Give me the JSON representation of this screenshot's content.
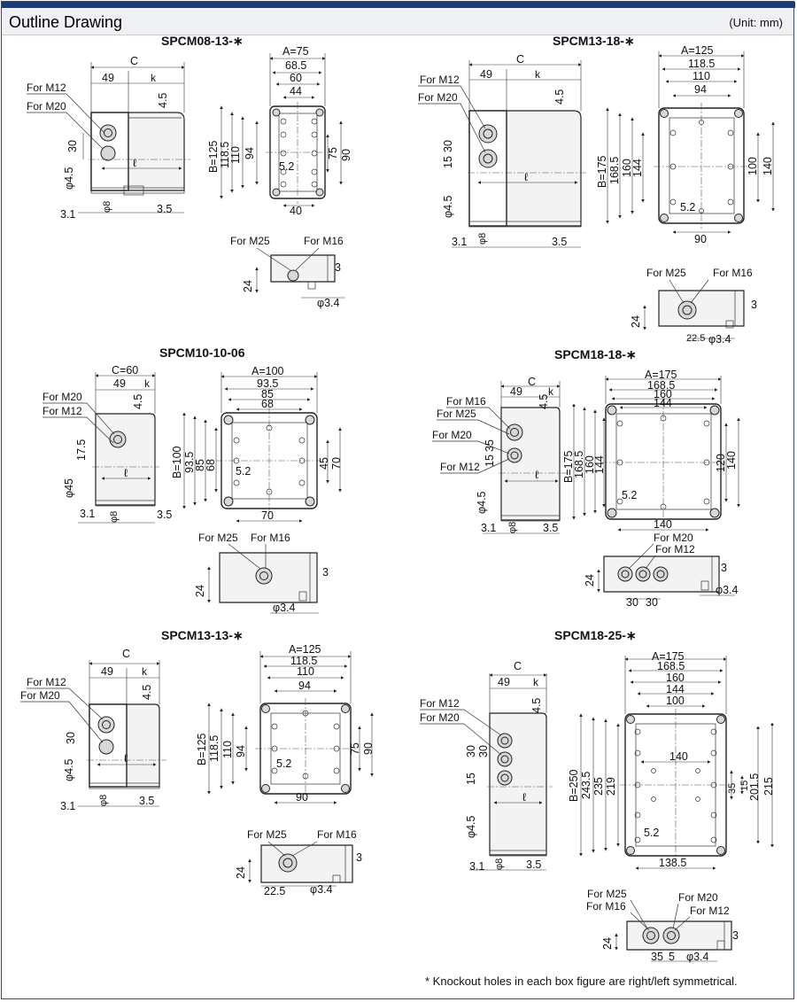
{
  "header": {
    "title": "Outline Drawing",
    "unit": "(Unit: mm)"
  },
  "models": [
    {
      "id": "m1",
      "name": "SPCM08-13-∗"
    },
    {
      "id": "m2",
      "name": "SPCM13-18-∗"
    },
    {
      "id": "m3",
      "name": "SPCM10-10-06"
    },
    {
      "id": "m4",
      "name": "SPCM18-18-∗"
    },
    {
      "id": "m5",
      "name": "SPCM13-13-∗"
    },
    {
      "id": "m6",
      "name": "SPCM18-25-∗"
    }
  ],
  "labels": {
    "c": "C",
    "c60": "C=60",
    "k": "k",
    "l": "ℓ",
    "m12": "For M12",
    "m16": "For M16",
    "m20": "For M20",
    "m25": "For M25",
    "d45": "φ4.5",
    "d8": "φ8",
    "d34": "φ3.4",
    "d45b": "φ45"
  },
  "dims": {
    "m1": {
      "a": "A=75",
      "b": "B=125",
      "w1": "68.5",
      "w2": "60",
      "w3": "44",
      "w4": "40",
      "h1": "118.5",
      "h2": "110",
      "h3": "94",
      "h4": "75",
      "h5": "90",
      "hole": "5.2",
      "s49": "49",
      "s45": "4.5",
      "s30": "30",
      "s31": "3.1",
      "s35": "3.5",
      "s24": "24",
      "s3": "3"
    },
    "m2": {
      "a": "A=125",
      "b": "B=175",
      "w1": "118.5",
      "w2": "110",
      "w3": "94",
      "w4": "90",
      "h1": "168.5",
      "h2": "160",
      "h3": "144",
      "h4": "100",
      "h5": "140",
      "hole": "5.2",
      "s49": "49",
      "s45": "4.5",
      "s30": "30",
      "s15": "15",
      "s31": "3.1",
      "s35": "3.5",
      "s24": "24",
      "s225": "22.5",
      "s3": "3"
    },
    "m3": {
      "a": "A=100",
      "b": "B=100",
      "w1": "93.5",
      "w2": "85",
      "w3": "68",
      "w4": "70",
      "h1": "93.5",
      "h2": "85",
      "h3": "68",
      "h4": "45",
      "h5": "70",
      "hole": "5.2",
      "s49": "49",
      "s45": "4.5",
      "s175": "17.5",
      "s31": "3.1",
      "s35": "3.5",
      "s24": "24",
      "s3": "3"
    },
    "m4": {
      "a": "A=175",
      "b": "B=175",
      "w1": "168.5",
      "w2": "160",
      "w3": "144",
      "w4": "140",
      "h1": "168.5",
      "h2": "160",
      "h3": "144",
      "h4": "120",
      "h5": "140",
      "hole": "5.2",
      "s49": "49",
      "s45": "4.5",
      "s35": "35",
      "s15": "15",
      "s31": "3.1",
      "s35b": "3.5",
      "s24": "24",
      "s30": "30",
      "s3": "3"
    },
    "m5": {
      "a": "A=125",
      "b": "B=125",
      "w1": "118.5",
      "w2": "110",
      "w3": "94",
      "w4": "90",
      "h1": "118.5",
      "h2": "110",
      "h3": "94",
      "h4": "75",
      "h5": "90",
      "hole": "5.2",
      "s49": "49",
      "s45": "4.5",
      "s30": "30",
      "s31": "3.1",
      "s35": "3.5",
      "s24": "24",
      "s225": "22.5",
      "s3": "3"
    },
    "m6": {
      "a": "A=175",
      "b": "B=250",
      "w1": "168.5",
      "w2": "160",
      "w3": "144",
      "w4": "100",
      "w5": "140",
      "w6": "138.5",
      "h1": "243.5",
      "h2": "235",
      "h3": "219",
      "h4": "35",
      "h5": "15",
      "h6": "201.5",
      "h7": "215",
      "hole": "5.2",
      "s49": "49",
      "s45": "4.5",
      "s30": "30",
      "s15": "15",
      "s31": "3.1",
      "s35": "3.5",
      "s24": "24",
      "s35b": "35",
      "s5": "5",
      "s3": "3"
    }
  },
  "footnote": "* Knockout holes in each box figure are right/left symmetrical."
}
